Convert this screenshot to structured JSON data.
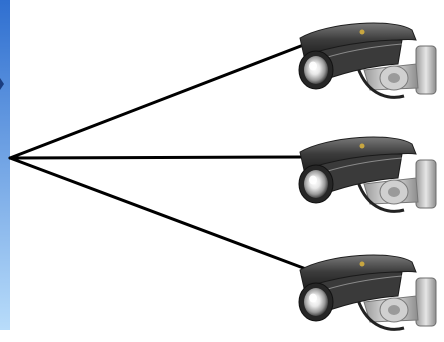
{
  "diagram": {
    "hub": {
      "name": "recorder-panel",
      "colors": {
        "top": "#2f6fd0",
        "bottom": "#b8dcfa"
      }
    },
    "cameras": [
      {
        "name": "camera-top"
      },
      {
        "name": "camera-middle"
      },
      {
        "name": "camera-bottom"
      }
    ],
    "connector_color": "#000000"
  }
}
